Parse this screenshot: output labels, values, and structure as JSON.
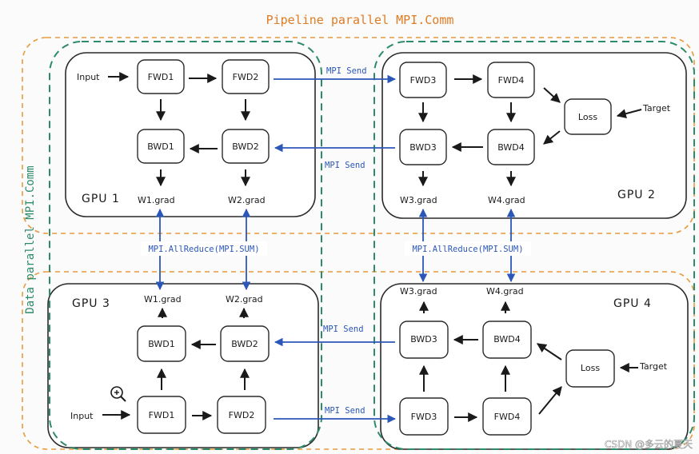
{
  "title": "Pipeline parallel MPI.Comm",
  "side_title": "Data parallel MPI.Comm",
  "gpus": [
    "GPU 1",
    "GPU 2",
    "GPU 3",
    "GPU 4"
  ],
  "nodes": {
    "fwd1": "FWD1",
    "fwd2": "FWD2",
    "fwd3": "FWD3",
    "fwd4": "FWD4",
    "bwd1": "BWD1",
    "bwd2": "BWD2",
    "bwd3": "BWD3",
    "bwd4": "BWD4",
    "loss": "Loss"
  },
  "labels": {
    "input": "Input",
    "target": "Target",
    "w1": "W1.grad",
    "w2": "W2.grad",
    "w3": "W3.grad",
    "w4": "W4.grad",
    "mpi_send": "MPI Send",
    "allreduce": "MPI.AllReduce(MPI.SUM)"
  },
  "watermark": "CSDN @多云的夏天",
  "colors": {
    "orange": "#e89a3c",
    "green": "#2e8b6a",
    "blue": "#2b57b8"
  }
}
